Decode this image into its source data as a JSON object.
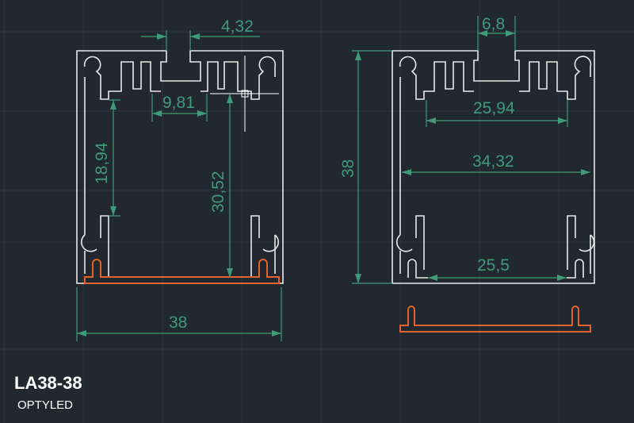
{
  "drawing": {
    "model_name": "LA38-38",
    "brand": "OPTYLED"
  },
  "left_profile_dimensions": {
    "notch_width": "4,32",
    "inner_slot": "9,81",
    "side_height": "18,94",
    "inner_height": "30,52",
    "total_width": "38"
  },
  "right_profile_dimensions": {
    "notch_width": "6,8",
    "top_inner": "25,94",
    "inner_width": "34,32",
    "bottom_inner": "25,5",
    "total_height": "38"
  },
  "colors": {
    "background": "#212830",
    "dimension": "#3f9a78",
    "profile": "#e8e8e8",
    "cover": "#e2622b"
  }
}
